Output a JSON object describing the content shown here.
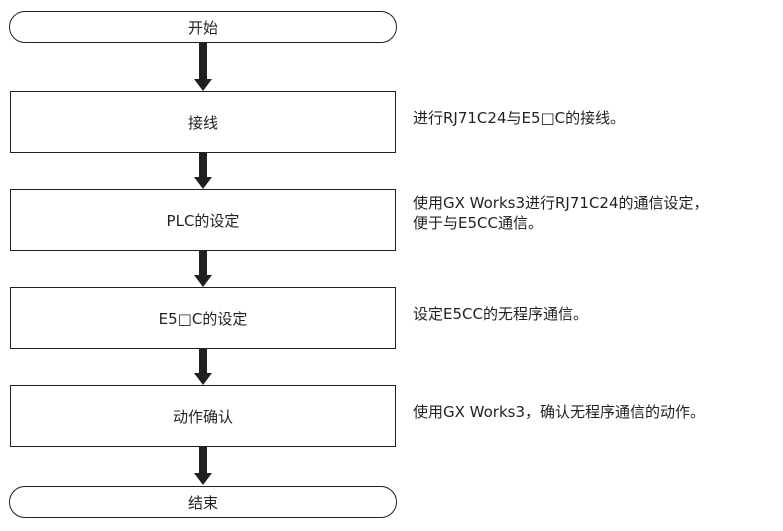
{
  "flow": {
    "start": "开始",
    "end": "结束",
    "steps": [
      {
        "label": "接线",
        "note_lines": [
          "进行RJ71C24与E5□C的接线。"
        ]
      },
      {
        "label": "PLC的设定",
        "note_lines": [
          "使用GX Works3进行RJ71C24的通信设定，",
          "便于与E5CC通信。"
        ]
      },
      {
        "label": "E5□C的设定",
        "note_lines": [
          "设定E5CC的无程序通信。"
        ]
      },
      {
        "label": "动作确认",
        "note_lines": [
          "使用GX Works3，确认无程序通信的动作。"
        ]
      }
    ]
  }
}
